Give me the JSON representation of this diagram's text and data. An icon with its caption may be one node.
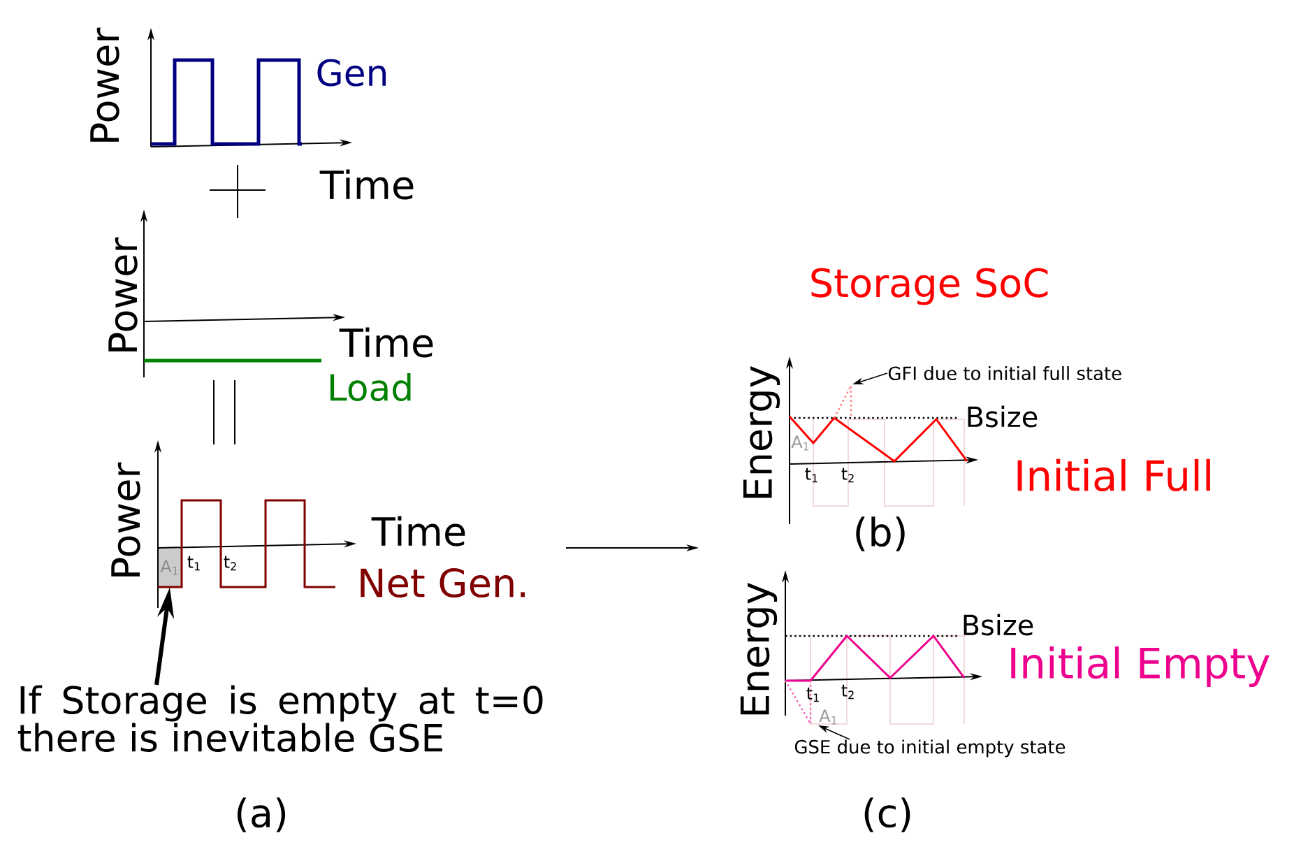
{
  "diagram": {
    "nodes": [
      {
        "text": [
          "If Storage is empty at t=0 there is inevitable GSE"
        ]
      },
      {
        "text": [
          "A$_{1}$"
        ]
      },
      {
        "text": [
          "GFI due to initial full state"
        ]
      },
      {
        "text": [
          "GSE due to initial empty state"
        ]
      },
      {
        "text": [
          "A$_{1}$"
        ]
      }
    ],
    "edges": [
      {
        "from": 0,
        "to": 1,
        "arrow": "to",
        "style": "thick"
      },
      {
        "from": 2,
        "to": null,
        "arrow": "to"
      },
      {
        "from": 3,
        "to": 4,
        "arrow": "to"
      }
    ],
    "labels": [
      "Power",
      "Gen",
      "Time",
      "Power",
      "Time",
      "Load",
      "Power",
      "Time",
      "t$_{1}$",
      "t$_{2}$",
      "Net Gen.",
      "(a)",
      "Storage SoC",
      "Energy",
      "Bsize",
      "A$_{1}$",
      "t$_{1}$",
      "t$_{2}$",
      "Initial Full",
      "(b)",
      "Energy",
      "Bsize",
      "Initial Empty",
      "t$_{1}$",
      "t$_{2}$",
      "(c)"
    ]
  }
}
